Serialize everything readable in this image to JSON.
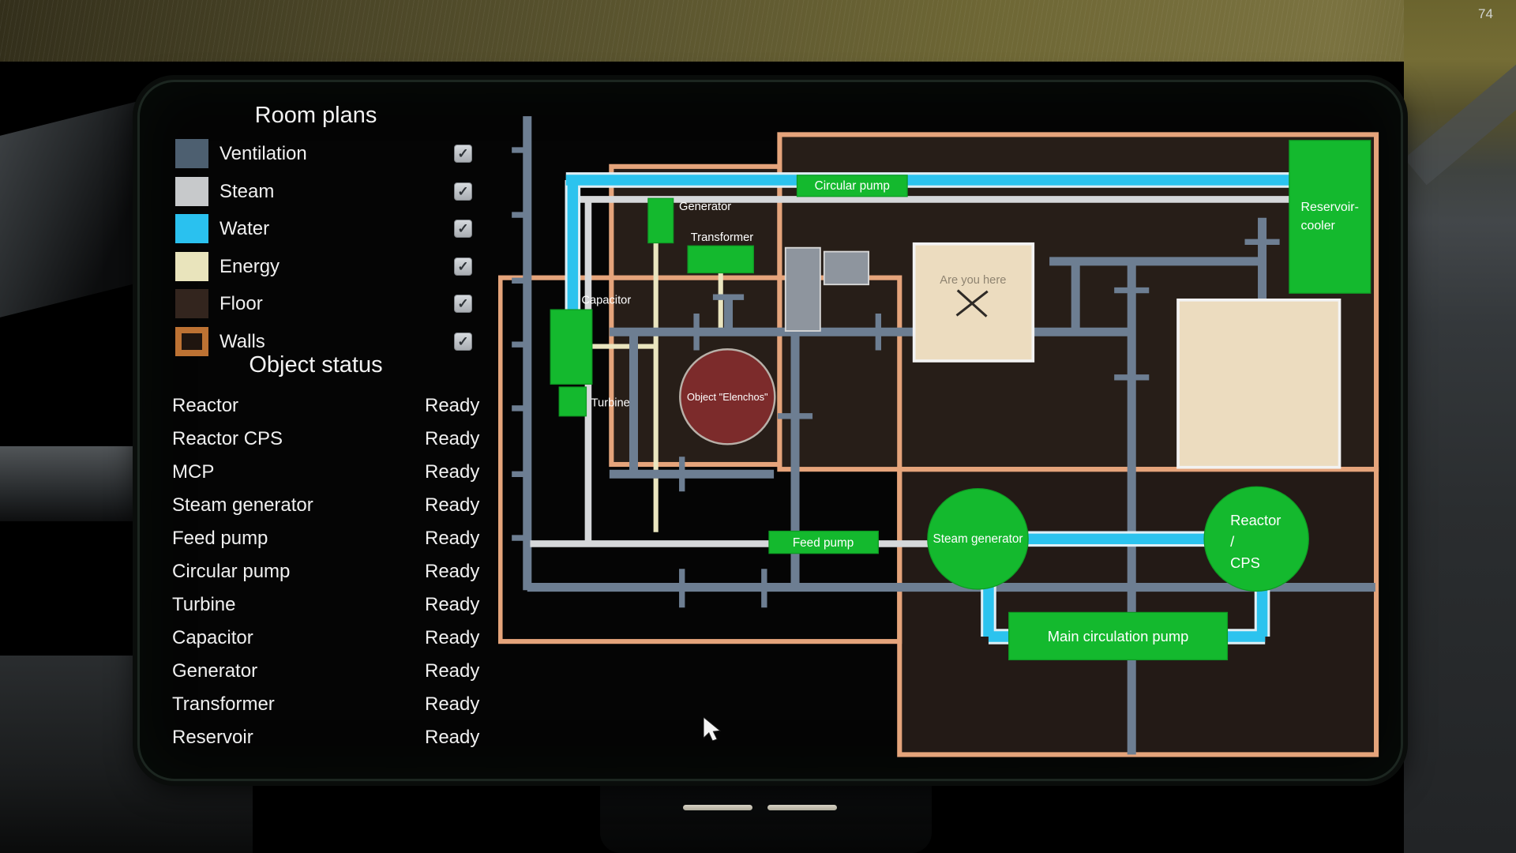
{
  "hud": {
    "fps_counter": "74"
  },
  "panel": {
    "room_plans_title": "Room plans",
    "legend": [
      {
        "label": "Ventilation",
        "color": "#4d5f70",
        "checked": true
      },
      {
        "label": "Steam",
        "color": "#c7c9cb",
        "checked": true
      },
      {
        "label": "Water",
        "color": "#2ac1ef",
        "checked": true
      },
      {
        "label": "Energy",
        "color": "#e9e4bc",
        "checked": true
      },
      {
        "label": "Floor",
        "color": "#33251e",
        "checked": true
      },
      {
        "label": "Walls",
        "color": "#1f150f",
        "border_color": "#bd7233",
        "checked": true
      }
    ],
    "object_status_title": "Object status",
    "statuses": [
      {
        "name": "Reactor",
        "state": "Ready"
      },
      {
        "name": "Reactor CPS",
        "state": "Ready"
      },
      {
        "name": "MCP",
        "state": "Ready"
      },
      {
        "name": "Steam generator",
        "state": "Ready"
      },
      {
        "name": "Feed pump",
        "state": "Ready"
      },
      {
        "name": "Circular pump",
        "state": "Ready"
      },
      {
        "name": "Turbine",
        "state": "Ready"
      },
      {
        "name": "Capacitor",
        "state": "Ready"
      },
      {
        "name": "Generator",
        "state": "Ready"
      },
      {
        "name": "Transformer",
        "state": "Ready"
      },
      {
        "name": "Reservoir",
        "state": "Ready"
      }
    ]
  },
  "map": {
    "labels": {
      "circular_pump": "Circular pump",
      "generator": "Generator",
      "transformer": "Transformer",
      "capacitor": "Capacitor",
      "turbine": "Turbine",
      "feed_pump": "Feed pump",
      "steam_generator": "Steam generator",
      "reactor_line1": "Reactor",
      "reactor_line2": "/",
      "reactor_line3": "CPS",
      "main_circulation_pump": "Main circulation pump",
      "reservoir_cooler_line1": "Reservoir-",
      "reservoir_cooler_line2": "cooler",
      "object_elenchos": "Object \"Elenchos\"",
      "are_you_here": "Are you here"
    },
    "colors": {
      "water": "#2cc3ee",
      "steam": "#d6d8da",
      "ventilation": "#6d7e92",
      "energy": "#eae5bf",
      "floor": "#271e18",
      "floor2": "#231a16",
      "wall": "#e5a47b",
      "green": "#14b92e",
      "room_beige": "#ecdcbf",
      "object_red": "#7c2b2b"
    }
  },
  "icons": {
    "checkmark": "✓"
  }
}
